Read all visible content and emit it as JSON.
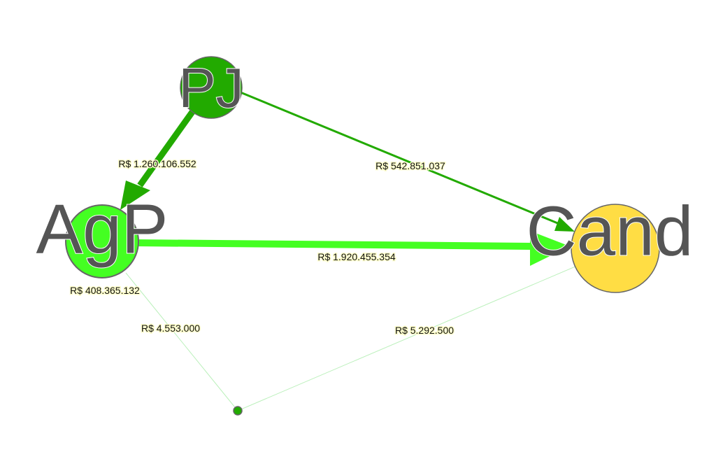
{
  "nodes": {
    "pj": {
      "label": "PJ",
      "color": "#22aa00"
    },
    "agp": {
      "label": "AgP",
      "color": "#44ff22"
    },
    "cand": {
      "label": "Cand",
      "color": "#ffdd44"
    },
    "small": {
      "color": "#22aa00"
    }
  },
  "edges": {
    "pj_agp": {
      "label": "R$ 1.260.106.552",
      "color": "#22aa00"
    },
    "pj_cand": {
      "label": "R$ 542.851.037",
      "color": "#22aa00"
    },
    "agp_cand": {
      "label": "R$ 1.920.455.354",
      "color": "#44ff22"
    },
    "agp_self": {
      "label": "R$ 408.365.132"
    },
    "small_agp": {
      "label": "R$ 4.553.000"
    },
    "small_cand": {
      "label": "R$ 5.292.500"
    }
  }
}
